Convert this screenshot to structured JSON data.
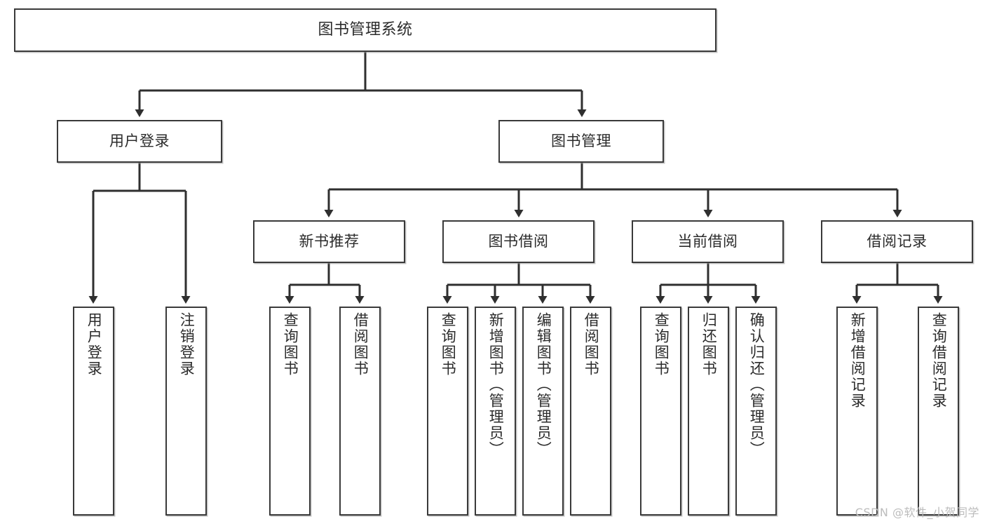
{
  "diagram": {
    "title": "图书管理系统",
    "type": "hierarchy-tree",
    "watermark": "CSDN @软件_小贺同学",
    "colors": {
      "box_border": "#3a3a3a",
      "box_fill": "#ffffff",
      "connector": "#2f2f2f",
      "text": "#2b2b2b",
      "watermark": "#bcbcbc",
      "background": "#ffffff"
    },
    "root": {
      "label": "图书管理系统"
    },
    "level1": [
      {
        "id": "user-login",
        "label": "用户登录"
      },
      {
        "id": "book-manage",
        "label": "图书管理"
      }
    ],
    "level2": [
      {
        "id": "new-book-recommend",
        "label": "新书推荐",
        "parent": "book-manage"
      },
      {
        "id": "book-borrow",
        "label": "图书借阅",
        "parent": "book-manage"
      },
      {
        "id": "current-borrow",
        "label": "当前借阅",
        "parent": "book-manage"
      },
      {
        "id": "borrow-record",
        "label": "借阅记录",
        "parent": "book-manage"
      }
    ],
    "leaves": {
      "user-login": [
        {
          "id": "leaf-user-login",
          "label": "用户登录"
        },
        {
          "id": "leaf-user-logout",
          "label": "注销登录"
        }
      ],
      "new-book-recommend": [
        {
          "id": "leaf-query-book-1",
          "label": "查询图书"
        },
        {
          "id": "leaf-borrow-book-1",
          "label": "借阅图书"
        }
      ],
      "book-borrow": [
        {
          "id": "leaf-query-book-2",
          "label": "查询图书"
        },
        {
          "id": "leaf-add-book",
          "label": "新增图书（管理员）"
        },
        {
          "id": "leaf-edit-book",
          "label": "编辑图书（管理员）"
        },
        {
          "id": "leaf-borrow-book-2",
          "label": "借阅图书"
        }
      ],
      "current-borrow": [
        {
          "id": "leaf-query-book-3",
          "label": "查询图书"
        },
        {
          "id": "leaf-return-book",
          "label": "归还图书"
        },
        {
          "id": "leaf-confirm-return",
          "label": "确认归还（管理员）"
        }
      ],
      "borrow-record": [
        {
          "id": "leaf-add-record",
          "label": "新增借阅记录"
        },
        {
          "id": "leaf-query-record",
          "label": "查询借阅记录"
        }
      ]
    }
  }
}
